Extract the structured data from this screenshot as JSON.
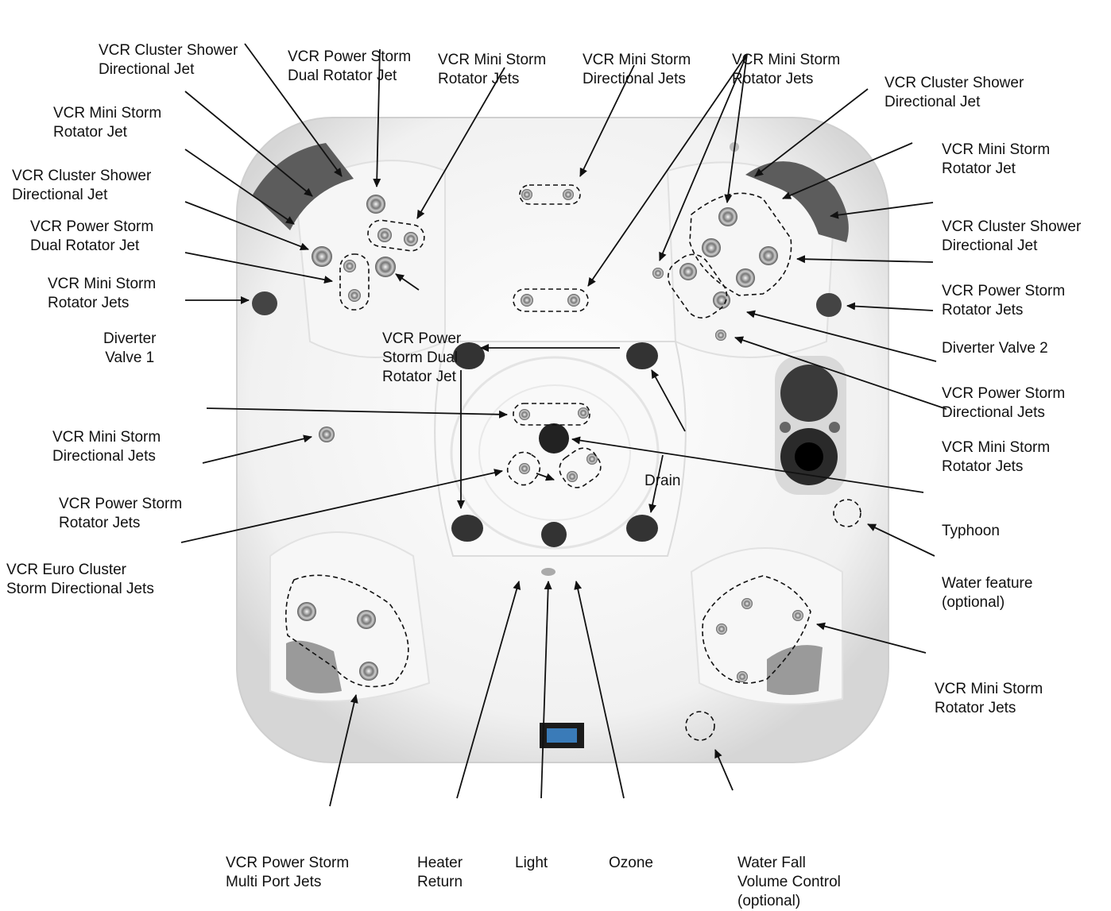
{
  "labels": {
    "cluster_shower_tl": [
      "VCR Cluster Shower",
      "Directional Jet"
    ],
    "power_storm_dual_top": [
      "VCR Power Storm",
      "Dual Rotator Jet"
    ],
    "mini_storm_rotator_jets_top": [
      "VCR Mini Storm",
      "Rotator Jets"
    ],
    "mini_storm_directional_top": [
      "VCR Mini Storm",
      "Directional Jets"
    ],
    "mini_storm_rotator_jets_top_right": [
      "VCR Mini Storm",
      "Rotator Jets"
    ],
    "cluster_shower_tr": [
      "VCR Cluster Shower",
      "Directional Jet"
    ],
    "mini_storm_rotator_jet_left": [
      "VCR Mini Storm",
      "Rotator Jet"
    ],
    "cluster_shower_left": [
      "VCR Cluster Shower",
      "Directional Jet"
    ],
    "power_storm_dual_left": [
      "VCR Power Storm",
      "Dual Rotator Jet"
    ],
    "mini_storm_rotator_jets_left": [
      "VCR Mini Storm",
      "Rotator Jets"
    ],
    "diverter_valve_1": [
      "Diverter",
      "Valve 1"
    ],
    "power_storm_dual_center": [
      "VCR Power",
      "Storm Dual",
      "Rotator Jet"
    ],
    "mini_storm_rotator_jet_right": [
      "VCR Mini Storm",
      "Rotator Jet"
    ],
    "cluster_shower_right": [
      "VCR Cluster Shower",
      "Directional Jet"
    ],
    "power_storm_rotator_jets_right": [
      "VCR Power Storm",
      "Rotator Jets"
    ],
    "diverter_valve_2": [
      "Diverter Valve 2"
    ],
    "power_storm_directional_right": [
      "VCR Power Storm",
      "Directional Jets"
    ],
    "mini_storm_rotator_jets_right": [
      "VCR Mini Storm",
      "Rotator Jets"
    ],
    "mini_storm_directional_left": [
      "VCR Mini Storm",
      "Directional Jets"
    ],
    "drain": [
      "Drain"
    ],
    "power_storm_rotator_jets_left": [
      "VCR Power Storm",
      "Rotator Jets"
    ],
    "typhoon": [
      "Typhoon"
    ],
    "euro_cluster": [
      "VCR Euro Cluster",
      "Storm Directional Jets"
    ],
    "water_feature": [
      "Water feature",
      "(optional)"
    ],
    "mini_storm_rotator_jets_bottom_right": [
      "VCR Mini Storm",
      "Rotator Jets"
    ],
    "power_storm_multi_port": [
      "VCR Power Storm",
      "Multi Port Jets"
    ],
    "heater_return": [
      "Heater",
      "Return"
    ],
    "light": [
      "Light"
    ],
    "ozone": [
      "Ozone"
    ],
    "water_fall": [
      "Water Fall",
      "Volume Control",
      "(optional)"
    ]
  }
}
